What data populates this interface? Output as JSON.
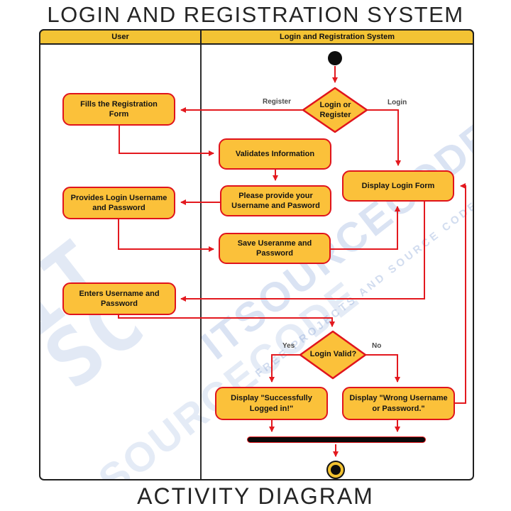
{
  "title": "LOGIN AND REGISTRATION SYSTEM",
  "caption": "ACTIVITY DIAGRAM",
  "lanes": {
    "user": "User",
    "system": "Login and Registration System"
  },
  "nodes": {
    "fills_registration": {
      "label": "Fills the Registration Form"
    },
    "validates": {
      "label": "Validates Information"
    },
    "please_provide": {
      "label": "Please provide your Username and Pasword"
    },
    "provides_login": {
      "label": "Provides Login Username and Password"
    },
    "save_username": {
      "label": "Save Useranme and Password"
    },
    "display_login_form": {
      "label": "Display Login Form"
    },
    "enters_username": {
      "label": "Enters Username and Password"
    },
    "display_success": {
      "label": "Display \"Successfully Logged in!\""
    },
    "display_wrong": {
      "label": "Display \"Wrong Username or Password.\""
    }
  },
  "decisions": {
    "login_or_register": {
      "label": "Login or Register"
    },
    "login_valid": {
      "label": "Login Valid?"
    }
  },
  "edge_labels": {
    "register": "Register",
    "login": "Login",
    "yes": "Yes",
    "no": "No"
  },
  "watermark": {
    "big_text": "ITSOURCECODE",
    "big_text2": "SOURCECODE",
    "sub_text": "FREE PROJECTS AND SOURCE CODE TUTORIALS",
    "logo_line1": "IT",
    "logo_line2": "SC"
  },
  "colors": {
    "flow_red": "#E3191F",
    "node_border_red": "#E0141C",
    "node_fill": "#FBC13A",
    "header_fill": "#F3C334",
    "watermark_blue": "#85A3D6"
  }
}
